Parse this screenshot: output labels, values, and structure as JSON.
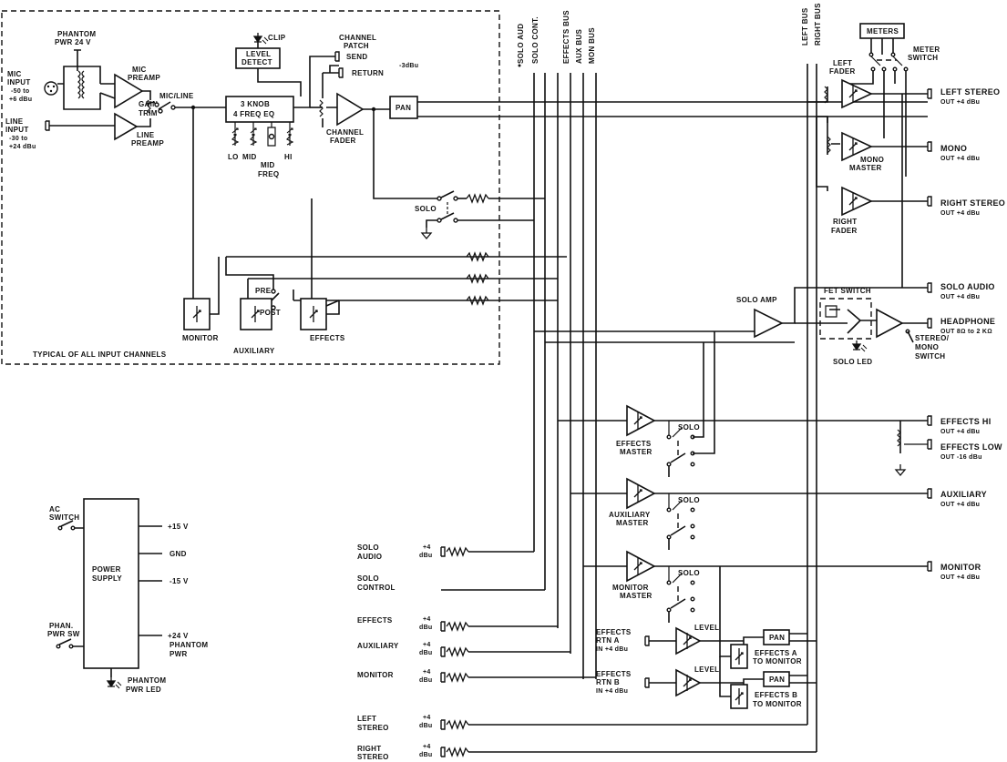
{
  "input_channel": {
    "phantom_pwr": [
      "PHANTOM",
      "PWR 24 V"
    ],
    "mic_input": [
      "MIC",
      "INPUT",
      "-50 to",
      "+6 dBu"
    ],
    "line_input": [
      "LINE",
      "INPUT",
      "-30 to",
      "+24 dBu"
    ],
    "mic_preamp": [
      "MIC",
      "PREAMP"
    ],
    "line_preamp": [
      "LINE",
      "PREAMP"
    ],
    "gain_trim": [
      "GAIN",
      "TRIM"
    ],
    "mic_line": "MIC/LINE",
    "clip": "CLIP",
    "level_detect": [
      "LEVEL",
      "DETECT"
    ],
    "channel_patch": [
      "CHANNEL",
      "PATCH"
    ],
    "send": "SEND",
    "return": "RETURN",
    "patch_level": "-3dBu",
    "eq": [
      "3 KNOB",
      "4 FREQ EQ"
    ],
    "eq_lo": "LO",
    "eq_mid": "MID",
    "eq_hi": "HI",
    "mid_freq": [
      "MID",
      "FREQ"
    ],
    "channel_fader": [
      "CHANNEL",
      "FADER"
    ],
    "pan": "PAN",
    "solo": "SOLO",
    "pre": "PRE",
    "post": "POST",
    "monitor": "MONITOR",
    "auxiliary": "AUXILIARY",
    "effects": "EFFECTS",
    "caption": "TYPICAL OF ALL INPUT CHANNELS"
  },
  "buses": [
    "SOLO AUD",
    "SOLO CONT.",
    "EFFECTS BUS",
    "AUX BUS",
    "MON BUS",
    "LEFT BUS",
    "RIGHT BUS"
  ],
  "master": {
    "meters": "METERS",
    "meter_switch": [
      "METER",
      "SWITCH"
    ],
    "left_fader": [
      "LEFT",
      "FADER"
    ],
    "mono_master": [
      "MONO",
      "MASTER"
    ],
    "right_fader": [
      "RIGHT",
      "FADER"
    ],
    "solo_amp": "SOLO AMP",
    "fet_switch": "FET SWITCH",
    "solo_led": "SOLO LED",
    "stereo_mono_switch": [
      "STEREO/",
      "MONO",
      "SWITCH"
    ],
    "effects_master": [
      "EFFECTS",
      "MASTER"
    ],
    "auxiliary_master": [
      "AUXILIARY",
      "MASTER"
    ],
    "monitor_master": [
      "MONITOR",
      "MASTER"
    ],
    "solo": "SOLO",
    "level": "LEVEL",
    "pan": "PAN",
    "effects_rtn_a": [
      "EFFECTS",
      "RTN A",
      "IN +4 dBu"
    ],
    "effects_rtn_b": [
      "EFFECTS",
      "RTN B",
      "IN +4 dBu"
    ],
    "effects_a_to_monitor": [
      "EFFECTS A",
      "TO MONITOR"
    ],
    "effects_b_to_monitor": [
      "EFFECTS B",
      "TO MONITOR"
    ]
  },
  "outputs": [
    [
      "LEFT STEREO",
      "OUT +4 dBu"
    ],
    [
      "MONO",
      "OUT +4 dBu"
    ],
    [
      "RIGHT STEREO",
      "OUT +4 dBu"
    ],
    [
      "SOLO AUDIO",
      "OUT +4 dBu"
    ],
    [
      "HEADPHONE",
      "OUT 8Ω to 2 KΩ"
    ],
    [
      "EFFECTS HI",
      "OUT +4 dBu"
    ],
    [
      "EFFECTS LOW",
      "OUT -16 dBu"
    ],
    [
      "AUXILIARY",
      "OUT +4 dBu"
    ],
    [
      "MONITOR",
      "OUT +4 dBu"
    ]
  ],
  "inserts": [
    [
      "SOLO",
      "AUDIO"
    ],
    [
      "SOLO",
      "CONTROL"
    ],
    [
      "EFFECTS"
    ],
    [
      "AUXILIARY"
    ],
    [
      "MONITOR"
    ],
    [
      "LEFT",
      "STEREO"
    ],
    [
      "RIGHT",
      "STEREO"
    ]
  ],
  "insert_level": [
    "+4",
    "dBu"
  ],
  "power": {
    "ac_switch": [
      "AC",
      "SWITCH"
    ],
    "phan_pwr_sw": [
      "PHAN.",
      "PWR SW"
    ],
    "power_supply": [
      "POWER",
      "SUPPLY"
    ],
    "plus15": "+15 V",
    "gnd": "GND",
    "minus15": "-15 V",
    "plus24": [
      "+24 V",
      "PHANTOM",
      "PWR"
    ],
    "phantom_led": [
      "PHANTOM",
      "PWR LED"
    ]
  }
}
